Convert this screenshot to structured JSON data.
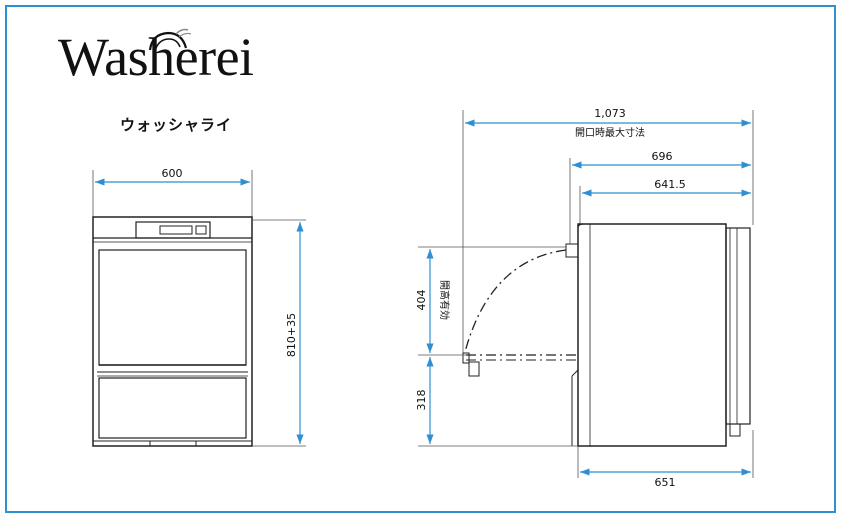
{
  "brand": {
    "name": "Washerei",
    "subtitle": "ウォッシャライ"
  },
  "front_view": {
    "width_label": "600",
    "height_label": "810+35"
  },
  "side_view": {
    "open_depth_label": "1,073",
    "open_depth_note": "開口時最大寸法",
    "depth_696": "696",
    "depth_641": "641.5",
    "depth_651": "651",
    "opening_height_label": "404",
    "opening_height_note": "開高有効",
    "base_height_label": "318"
  },
  "colors": {
    "frame": "#2f8fd1",
    "dimension_arrow": "#2f8fd1",
    "drawing_line": "#222222"
  }
}
